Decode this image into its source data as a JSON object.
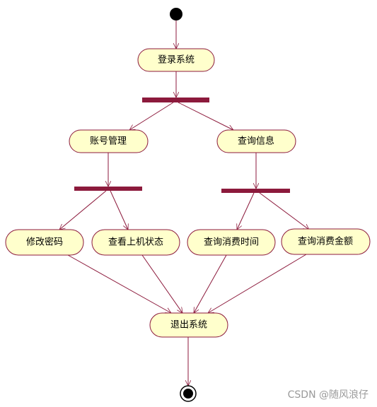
{
  "diagram": {
    "nodes": {
      "login": "登录系统",
      "account": "账号管理",
      "query_info": "查询信息",
      "change_password": "修改密码",
      "view_status": "查看上机状态",
      "query_time": "查询消费时间",
      "query_amount": "查询消费金额",
      "logout": "退出系统"
    }
  },
  "watermark": "CSDN @随风浪仔",
  "colors": {
    "stroke": "#8c1a3c",
    "node_fill": "#ffffcc"
  }
}
